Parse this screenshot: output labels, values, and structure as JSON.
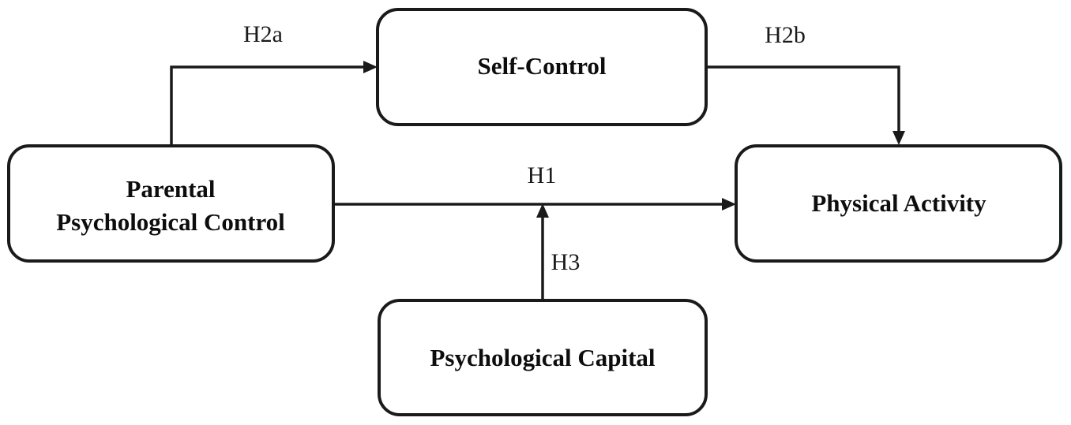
{
  "figure": {
    "type": "conceptual-path-diagram",
    "background_color": "#ffffff",
    "stroke_color": "#1a1a1a",
    "text_color": "#0d0d0d"
  },
  "nodes": [
    {
      "id": "self-control",
      "label": "Self-Control",
      "label_lines": [
        "Self-Control"
      ]
    },
    {
      "id": "parental-psychological-control",
      "label": "Parental Psychological Control",
      "label_lines": [
        "Parental",
        "Psychological Control"
      ]
    },
    {
      "id": "physical-activity",
      "label": "Physical Activity",
      "label_lines": [
        "Physical Activity"
      ]
    },
    {
      "id": "psychological-capital",
      "label": "Psychological Capital",
      "label_lines": [
        "Psychological Capital"
      ]
    }
  ],
  "edges": [
    {
      "id": "h2a",
      "label": "H2a",
      "from": "parental-psychological-control",
      "to": "self-control"
    },
    {
      "id": "h2b",
      "label": "H2b",
      "from": "self-control",
      "to": "physical-activity"
    },
    {
      "id": "h1",
      "label": "H1",
      "from": "parental-psychological-control",
      "to": "physical-activity"
    },
    {
      "id": "h3",
      "label": "H3",
      "from": "psychological-capital",
      "to": "h1"
    }
  ]
}
